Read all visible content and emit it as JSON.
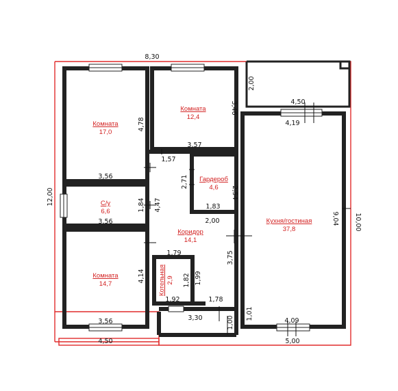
{
  "rooms": [
    {
      "name": "Комната",
      "area": "17,0"
    },
    {
      "name": "Комната",
      "area": "12,4"
    },
    {
      "name": "Гардероб",
      "area": "4,6"
    },
    {
      "name": "С/у",
      "area": "6,6"
    },
    {
      "name": "Коридор",
      "area": "14,1"
    },
    {
      "name": "Комната",
      "area": "14,7"
    },
    {
      "name": "Котельная",
      "area": "2,9"
    },
    {
      "name": "Кухня/гостиная",
      "area": "37,8"
    }
  ],
  "dimensions": {
    "top_total": "8,30",
    "left_total": "12,00",
    "right_total": "10,00",
    "porch_height": "2,00",
    "porch_width": "4,50",
    "kitchen_top": "4,19",
    "room1_height": "4,78",
    "room1_width": "3,56",
    "room2_height": "3,46",
    "room2_width": "3,57",
    "hall_small": "1,57",
    "wardrobe_height_left": "2,71",
    "wardrobe_height_right": "2,54",
    "wardrobe_width": "1,83",
    "bath_width": "3,56",
    "bath_height": "1,84",
    "hall_height": "4,47",
    "hall_width": "2,00",
    "kitchen_height": "9,04",
    "kitchen_passage": "3,75",
    "boiler_top": "1,79",
    "boiler_height": "1,82",
    "boiler_side": "1,99",
    "boiler_bottom": "1,92",
    "entry_width": "1,78",
    "room3_height": "4,14",
    "room3_width": "3,56",
    "bottom_entry": "3,30",
    "bottom_entry_depth": "1,00",
    "kitchen_side": "1,01",
    "kitchen_bottom": "4,09",
    "bottom_left": "4,50",
    "bottom_right": "5,00"
  }
}
